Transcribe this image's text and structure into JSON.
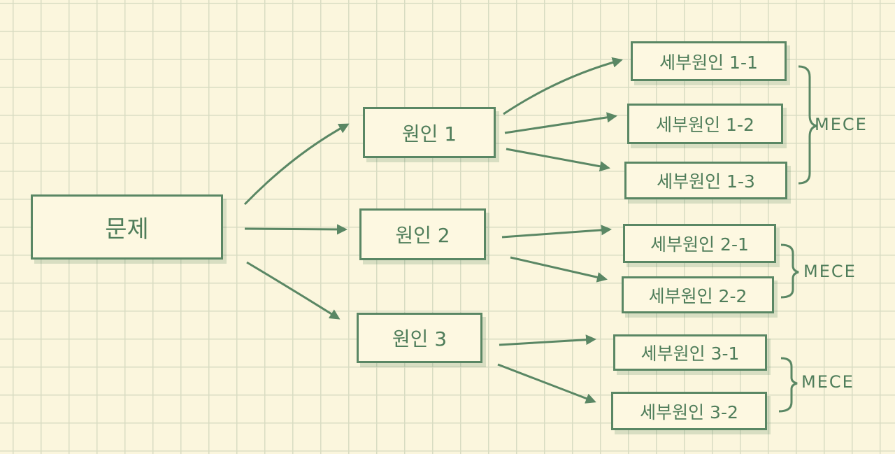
{
  "colors": {
    "ink": "#5a8764",
    "paper": "#fbf6dd",
    "grid": "#d8dcc2"
  },
  "root": {
    "label": "문제"
  },
  "causes": [
    {
      "label": "원인 1"
    },
    {
      "label": "원인 2"
    },
    {
      "label": "원인 3"
    }
  ],
  "sub_causes": [
    {
      "label": "세부원인 1-1"
    },
    {
      "label": "세부원인 1-2"
    },
    {
      "label": "세부원인 1-3"
    },
    {
      "label": "세부원인 2-1"
    },
    {
      "label": "세부원인 2-2"
    },
    {
      "label": "세부원인 3-1"
    },
    {
      "label": "세부원인 3-2"
    }
  ],
  "mece_labels": [
    {
      "label": "MECE"
    },
    {
      "label": "MECE"
    },
    {
      "label": "MECE"
    }
  ]
}
